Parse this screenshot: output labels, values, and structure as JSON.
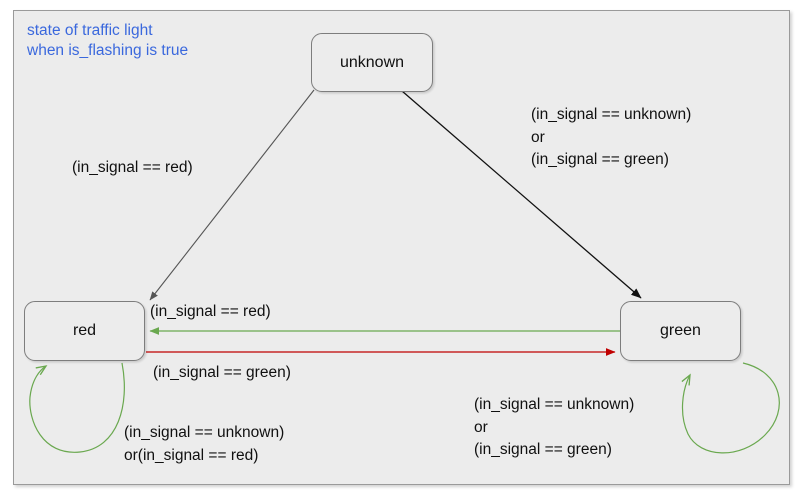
{
  "diagram": {
    "kind": "state-machine",
    "annotation": "state of traffic light\nwhen is_flashing is true",
    "annotation_color": "#3a68dd",
    "background_color": "#ececec",
    "node_border_color": "#7d7d7d",
    "states": [
      {
        "id": "unknown",
        "label": "unknown"
      },
      {
        "id": "red",
        "label": "red"
      },
      {
        "id": "green",
        "label": "green"
      }
    ],
    "transitions": [
      {
        "id": "unknown-to-red",
        "from": "unknown",
        "to": "red",
        "color": "#555555",
        "guard": "(in_signal == red)"
      },
      {
        "id": "unknown-to-green",
        "from": "unknown",
        "to": "green",
        "color": "#111111",
        "guard": "(in_signal == unknown)\nor\n(in_signal == green)"
      },
      {
        "id": "green-to-red",
        "from": "green",
        "to": "red",
        "color": "#6aa84f",
        "guard": "(in_signal == red)"
      },
      {
        "id": "red-to-green",
        "from": "red",
        "to": "green",
        "color": "#c00000",
        "guard": "(in_signal == green)"
      },
      {
        "id": "red-self-loop",
        "from": "red",
        "to": "red",
        "color": "#6aa84f",
        "guard": "(in_signal == unknown)\nor(in_signal == red)"
      },
      {
        "id": "green-self-loop",
        "from": "green",
        "to": "green",
        "color": "#6aa84f",
        "guard": "(in_signal == unknown)\nor\n(in_signal == green)"
      }
    ]
  }
}
